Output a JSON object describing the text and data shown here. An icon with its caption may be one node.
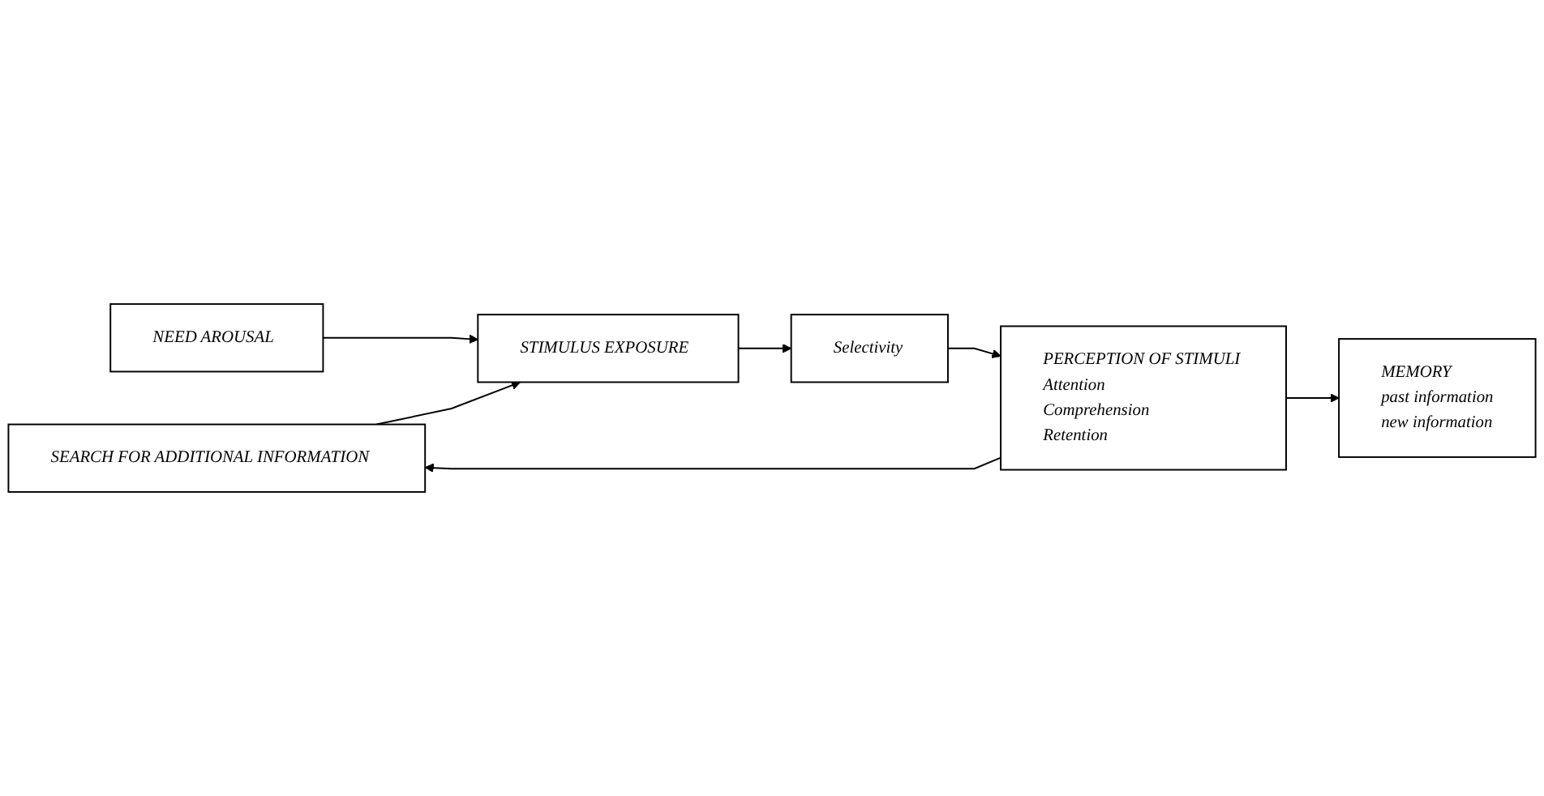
{
  "diagram": {
    "nodes": [
      {
        "text": [
          "SEARCH FOR ADDITIONAL INFORMATION"
        ]
      },
      {
        "text": [
          "NEED AROUSAL"
        ]
      },
      {
        "text": [
          "STIMULUS EXPOSURE"
        ]
      },
      {
        "text": [
          "Selectivity"
        ]
      },
      {
        "text": [
          "PERCEPTION OF STIMULI",
          "Attention",
          "Comprehension",
          "Retention"
        ]
      },
      {
        "text": [
          "MEMORY",
          "past information",
          "new information"
        ]
      }
    ],
    "edges": [
      {
        "from": 1,
        "to": 2,
        "arrow": "to"
      },
      {
        "from": 0,
        "to": 2,
        "arrow": "to"
      },
      {
        "from": 2,
        "to": 3,
        "arrow": "to"
      },
      {
        "from": 3,
        "to": 4,
        "arrow": "to"
      },
      {
        "from": 4,
        "to": 0,
        "arrow": "to"
      },
      {
        "from": 4,
        "to": 5,
        "arrow": "to"
      }
    ]
  }
}
